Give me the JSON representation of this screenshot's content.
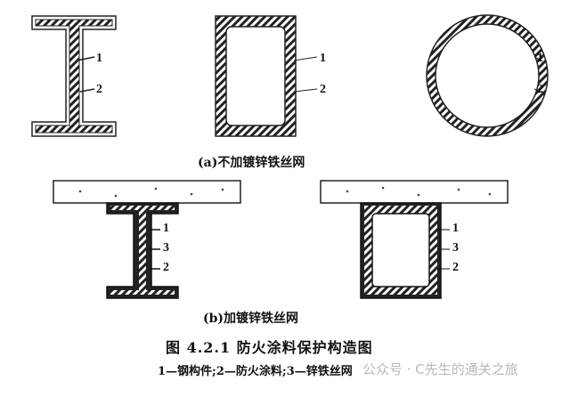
{
  "part_a": {
    "caption": "(a)不加镀锌铁丝网",
    "i_beam_labels": [
      "1",
      "2"
    ],
    "box_labels": [
      "1",
      "2"
    ],
    "circle_labels": [
      "1",
      "2"
    ]
  },
  "part_b": {
    "caption": "(b)加镀锌铁丝网",
    "i_beam_labels": [
      "1",
      "3",
      "2"
    ],
    "box_labels": [
      "1",
      "3",
      "2"
    ]
  },
  "figure_title": "图 4.2.1   防火涂料保护构造图",
  "legend": "1—钢构件;2—防火涂料;3—锌铁丝网",
  "watermark": "公众号 · C先生的通关之旅"
}
